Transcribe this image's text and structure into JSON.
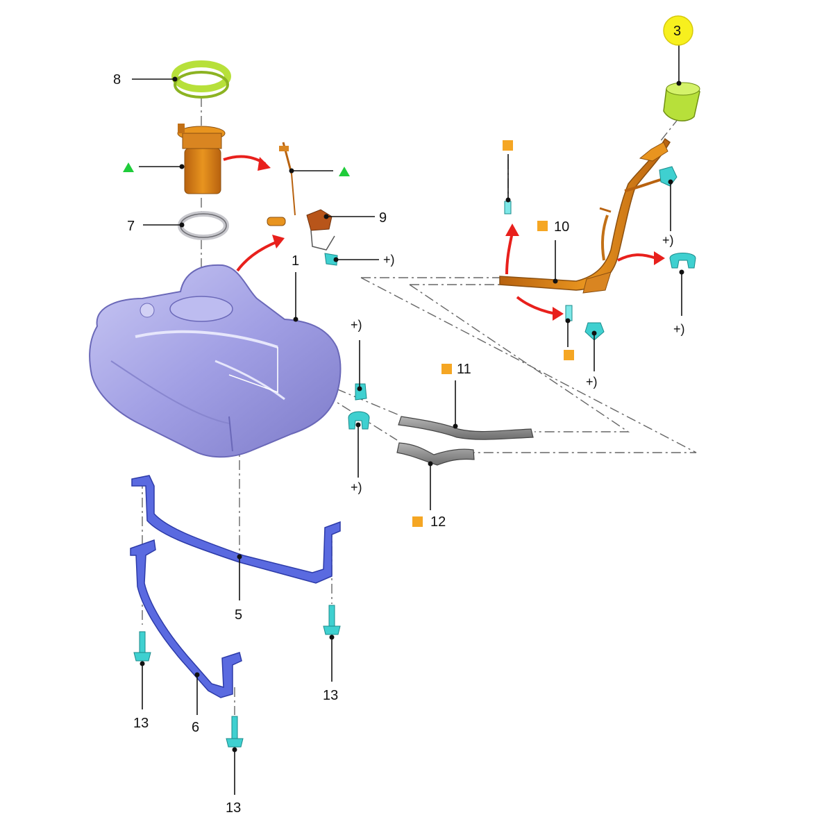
{
  "labels": {
    "tank": "1",
    "filler_cap": "3",
    "strap_main": "5",
    "strap_secondary": "6",
    "seal_ring": "7",
    "lock_ring": "8",
    "valve": "9",
    "filler_pipe": "10",
    "hose_upper": "11",
    "hose_lower": "12",
    "bolt_left": "13",
    "bolt_right": "13",
    "bolt_bottom": "13",
    "plus_valve_clip": "+)",
    "plus_filler_clip_upper": "+)",
    "plus_filler_clip_right": "+)",
    "plus_filler_nut": "+)",
    "plus_hose_clip_upper": "+)",
    "plus_hose_clip_lower": "+)"
  },
  "markers": {
    "triangle_color": "#1fcc3a",
    "square_color": "#f5a623",
    "highlight_color": "#f7f01e"
  },
  "colors": {
    "tank": "#a8a6e8",
    "strap": "#4a5bd6",
    "filler": "#e48a1a",
    "pump": "#d0781a",
    "ring_green": "#b7e03a",
    "seal": "#c7c7cc",
    "clip": "#3fd0d0",
    "hose": "#8a8a8a",
    "arrow": "#e8201c"
  }
}
